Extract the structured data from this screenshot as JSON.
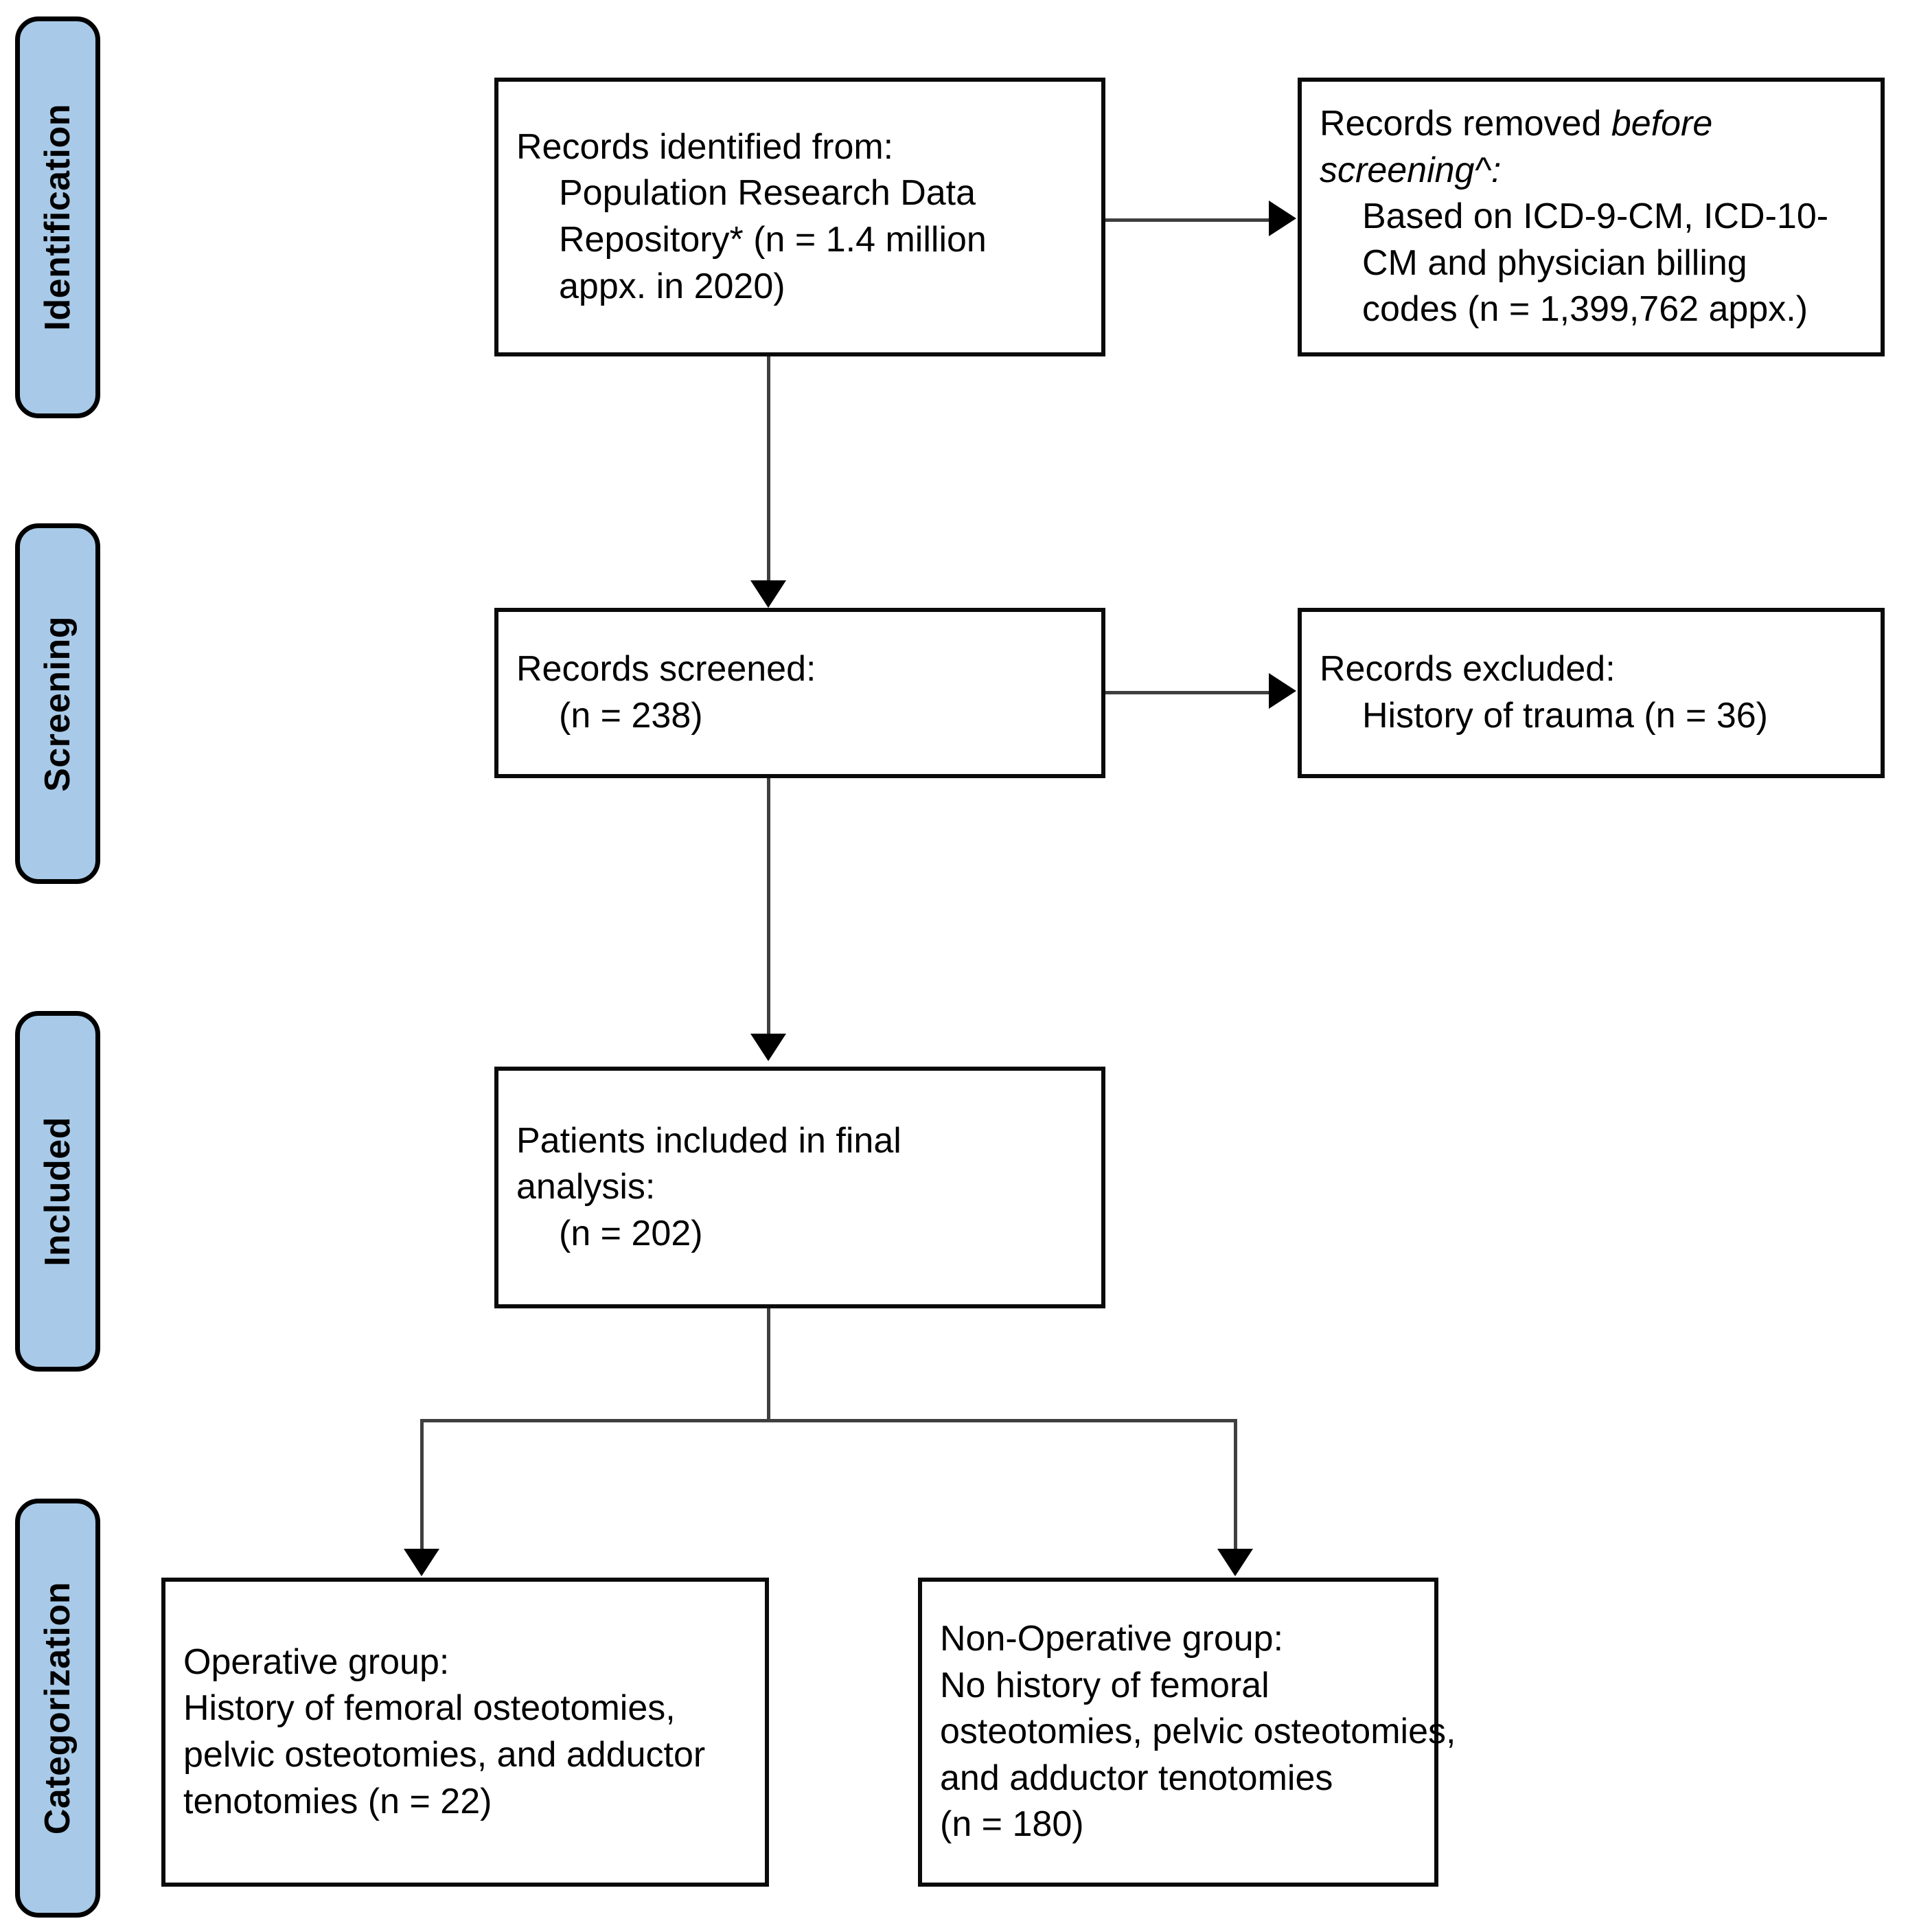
{
  "diagram": {
    "type": "prisma-flow-diagram",
    "title": "PRISMA flow diagram",
    "colors": {
      "stage_bar_fill": "#a8cae8",
      "stage_bar_border": "#000000",
      "box_border": "#0a0a0a",
      "box_fill": "#ffffff",
      "connector": "#3f3f3f",
      "arrow": "#000000",
      "text": "#000000"
    }
  },
  "stages": [
    {
      "id": "identification",
      "label": "Identification"
    },
    {
      "id": "screening",
      "label": "Screening"
    },
    {
      "id": "included",
      "label": "Included"
    },
    {
      "id": "categorization",
      "label": "Categorization"
    }
  ],
  "boxes": {
    "records_identified": {
      "id": "records-identified",
      "stage": "identification",
      "lines": [
        {
          "text": "Records identified from:",
          "indent": false
        },
        {
          "text": "Population Research Data",
          "indent": true
        },
        {
          "text": "Repository* (n = 1.4 million",
          "indent": true
        },
        {
          "text": "appx. in 2020)",
          "indent": true
        }
      ],
      "count": "1.4 million appx. in 2020"
    },
    "records_removed": {
      "id": "records-removed-before-screening",
      "stage": "identification",
      "lines": [
        {
          "text": "Records removed ",
          "italic_tail": "before",
          "indent": false
        },
        {
          "text": "screening^:",
          "italic": true,
          "indent": false
        },
        {
          "text": "Based on ICD-9-CM, ICD-10-",
          "indent": true
        },
        {
          "text": "CM and physician billing",
          "indent": true
        },
        {
          "text": "codes (n = 1,399,762 appx.)",
          "indent": true
        }
      ],
      "count": "1,399,762 appx."
    },
    "records_screened": {
      "id": "records-screened",
      "stage": "screening",
      "lines": [
        {
          "text": "Records screened:",
          "indent": false
        },
        {
          "text": "(n = 238)",
          "indent": true
        }
      ],
      "count": 238
    },
    "records_excluded": {
      "id": "records-excluded",
      "stage": "screening",
      "lines": [
        {
          "text": "Records excluded:",
          "indent": false
        },
        {
          "text": "History of trauma (n = 36)",
          "indent": true
        }
      ],
      "count": 36
    },
    "patients_included": {
      "id": "patients-included-final-analysis",
      "stage": "included",
      "lines": [
        {
          "text": "Patients included in final",
          "indent": false
        },
        {
          "text": "analysis:",
          "indent": false
        },
        {
          "text": "(n = 202)",
          "indent": true
        }
      ],
      "count": 202
    },
    "operative_group": {
      "id": "operative-group",
      "stage": "categorization",
      "lines": [
        {
          "text": "Operative group:",
          "indent": false
        },
        {
          "text": "History of femoral osteotomies,",
          "indent": false
        },
        {
          "text": "pelvic osteotomies, and adductor",
          "indent": false
        },
        {
          "text": "tenotomies (n = 22)",
          "indent": false
        }
      ],
      "count": 22
    },
    "non_operative_group": {
      "id": "non-operative-group",
      "stage": "categorization",
      "lines": [
        {
          "text": "Non-Operative group:",
          "indent": false
        },
        {
          "text": "No history of femoral",
          "indent": false
        },
        {
          "text": "osteotomies, pelvic osteotomies,",
          "indent": false
        },
        {
          "text": "and adductor tenotomies",
          "indent": false
        },
        {
          "text": "(n = 180)",
          "indent": false
        }
      ],
      "count": 180
    }
  },
  "connectors": [
    {
      "id": "identified-to-removed",
      "from": "records_identified",
      "to": "records_removed",
      "direction": "right"
    },
    {
      "id": "identified-to-screened",
      "from": "records_identified",
      "to": "records_screened",
      "direction": "down"
    },
    {
      "id": "screened-to-excluded",
      "from": "records_screened",
      "to": "records_excluded",
      "direction": "right"
    },
    {
      "id": "screened-to-included",
      "from": "records_screened",
      "to": "patients_included",
      "direction": "down"
    },
    {
      "id": "included-to-operative",
      "from": "patients_included",
      "to": "operative_group",
      "direction": "down-split-left"
    },
    {
      "id": "included-to-non-operative",
      "from": "patients_included",
      "to": "non_operative_group",
      "direction": "down-split-right"
    }
  ]
}
